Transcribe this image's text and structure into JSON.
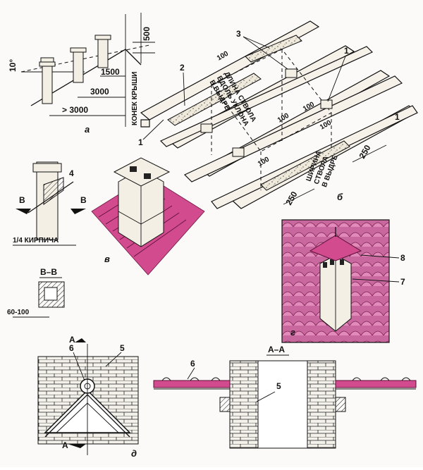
{
  "figures": {
    "a": {
      "letter": "а",
      "dim_10deg": "10°",
      "dim_500": "500",
      "dim_1500": "1500",
      "dim_3000_inner": "3000",
      "dim_3000_outer": "> 3000",
      "ridge_label": "КОНЕК КРЫШИ"
    },
    "b": {
      "letter": "б",
      "callouts": [
        "1",
        "2",
        "3",
        "1",
        "1"
      ],
      "dim_100": [
        "100",
        "100",
        "100",
        "100",
        "100"
      ],
      "dim_250": [
        "250",
        "250"
      ],
      "length_label": [
        "ДЛИНА СТВОЛА",
        "ВДОЛЬ УКЛОНА",
        "В ВЫДРЕ"
      ],
      "width_label": [
        "ШИРИНА",
        "СТВОЛА",
        "В ВЫДРЕ"
      ]
    },
    "v": {
      "letter": "в",
      "section_mark": "В",
      "callout": "4",
      "quarter_brick": "1/4 КИРПИЧА",
      "section_title": "В–В",
      "dim_60_100": "60-100"
    },
    "g": {
      "letter": "г",
      "callout_8": "8",
      "callout_7": "7"
    },
    "d": {
      "letter": "д",
      "section_mark": "А",
      "callout_6": "6",
      "callout_5": "5",
      "section_title": "А–А",
      "callout_6b": "6",
      "callout_5b": "5"
    }
  },
  "colors": {
    "roof_pink": "#d24b8f",
    "panel_bg": "#c2659a",
    "line": "#111111",
    "paper": "#fbfaf8"
  }
}
